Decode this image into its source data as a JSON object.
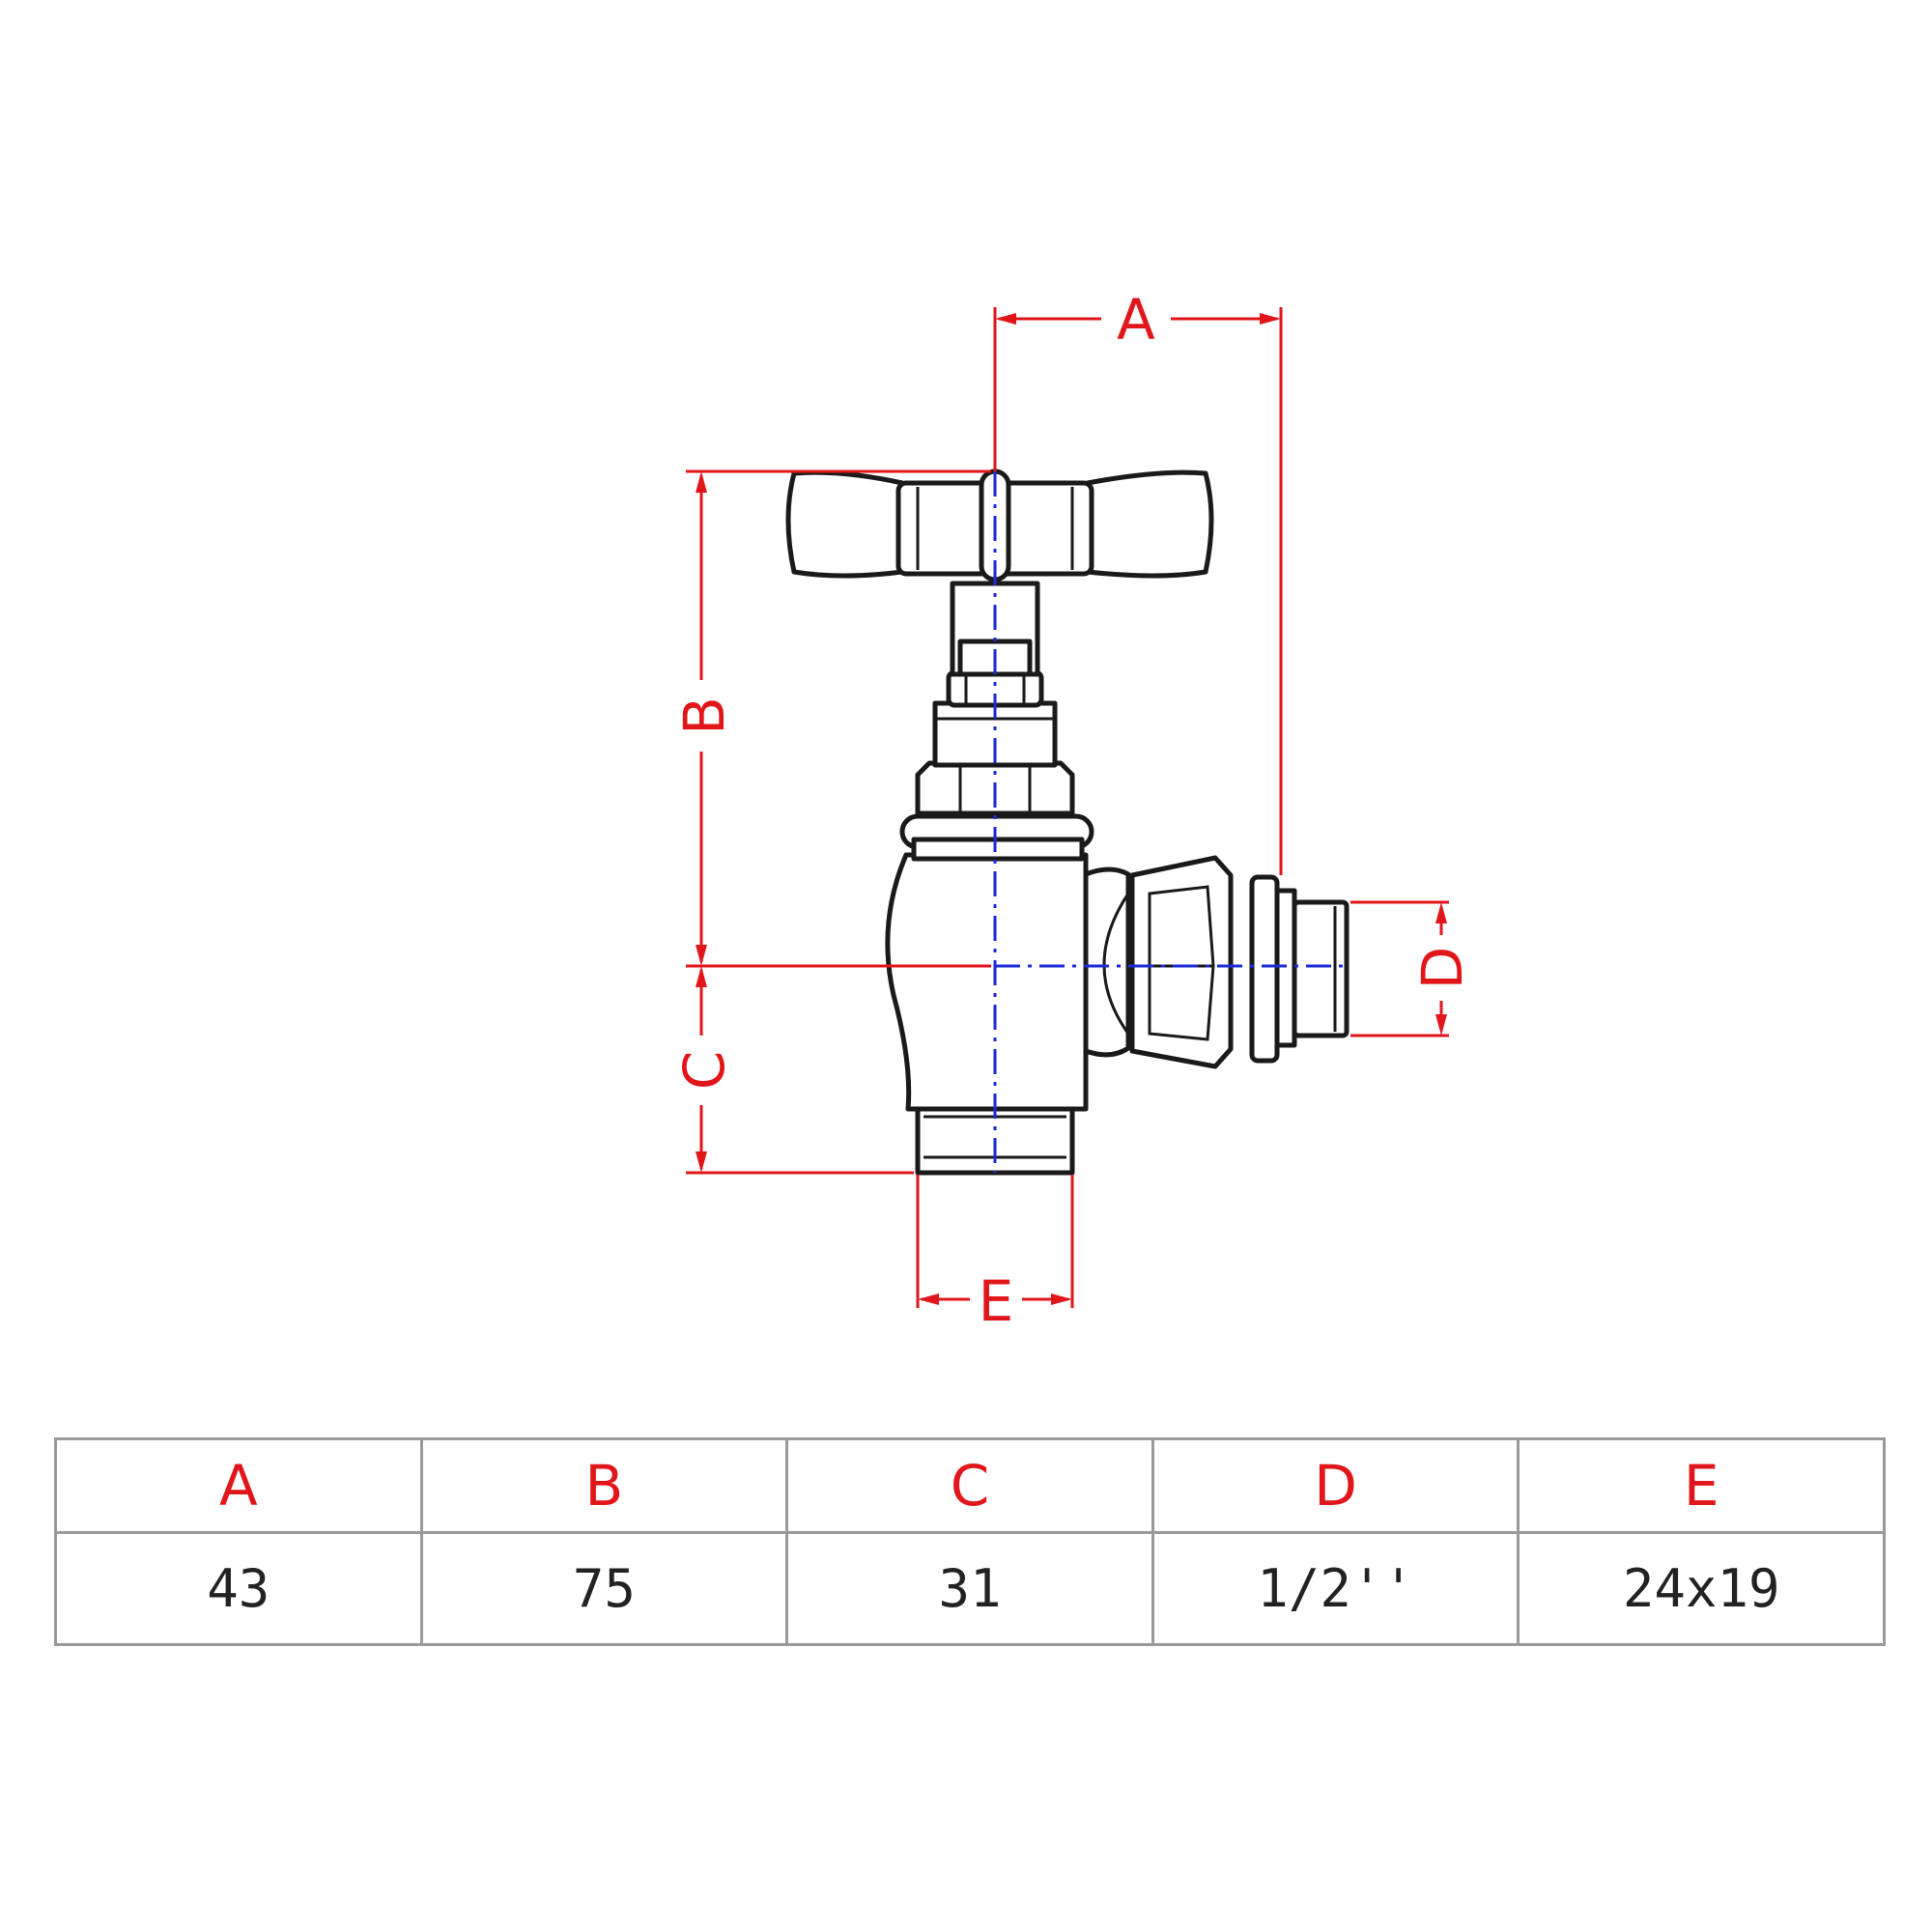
{
  "diagram": {
    "labels": {
      "a": "A",
      "b": "B",
      "c": "C",
      "d": "D",
      "e": "E"
    }
  },
  "table": {
    "headers": [
      "A",
      "B",
      "C",
      "D",
      "E"
    ],
    "values": [
      "43",
      "75",
      "31",
      "1/2''",
      "24x19"
    ]
  },
  "colors": {
    "dimension": "#e0161b",
    "axis": "#1d2bd6",
    "outline": "#1a1a1a",
    "grid": "#9a9a9a"
  }
}
